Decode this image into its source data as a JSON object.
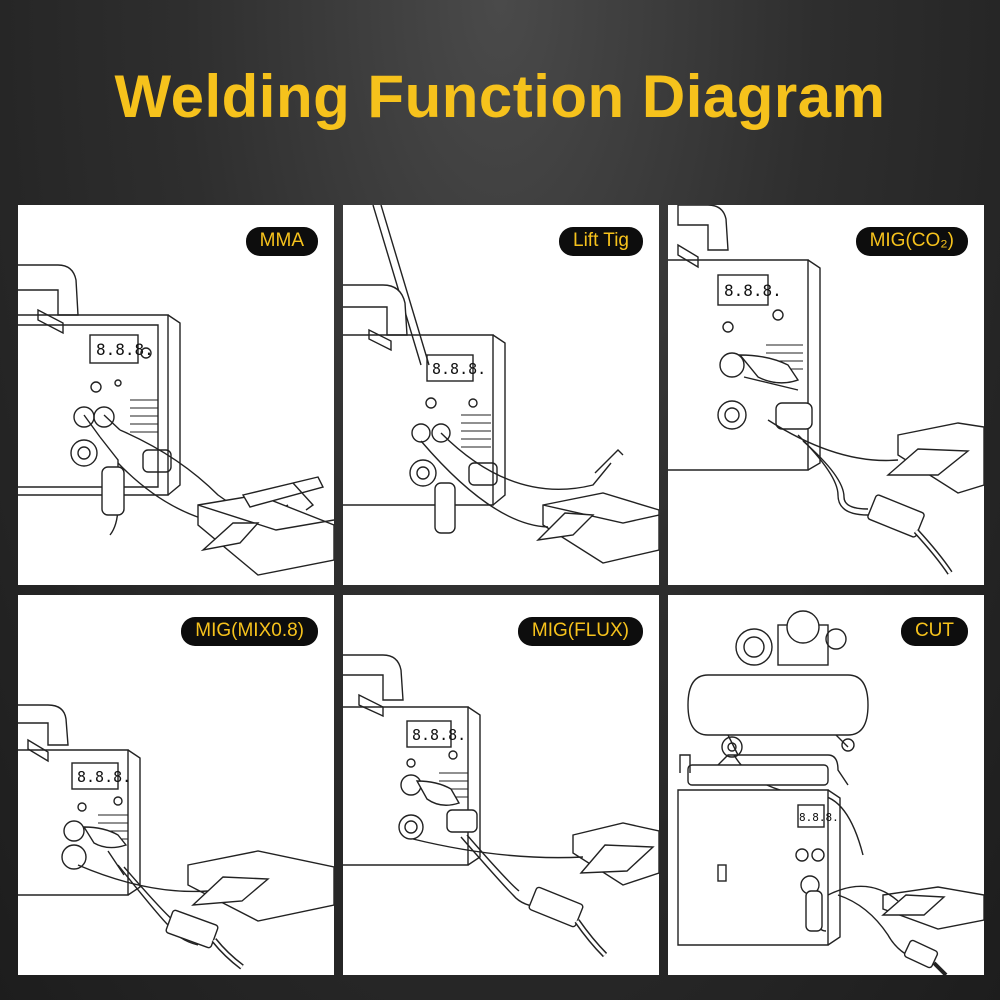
{
  "title": "Welding Function Diagram",
  "panels": [
    {
      "label": "MMA",
      "mode": "mma"
    },
    {
      "label": "Lift Tig",
      "mode": "tig"
    },
    {
      "label": "MIG(CO₂)",
      "mode": "mig"
    },
    {
      "label": "MIG(MIX0.8)",
      "mode": "mig"
    },
    {
      "label": "MIG(FLUX)",
      "mode": "mig"
    },
    {
      "label": "CUT",
      "mode": "cut"
    }
  ],
  "display_readout": "8.8.8.",
  "colors": {
    "title": "#f6c21c",
    "label_bg": "#0d0d0d",
    "label_text": "#f6c21c",
    "background": "#2a2a2a"
  }
}
